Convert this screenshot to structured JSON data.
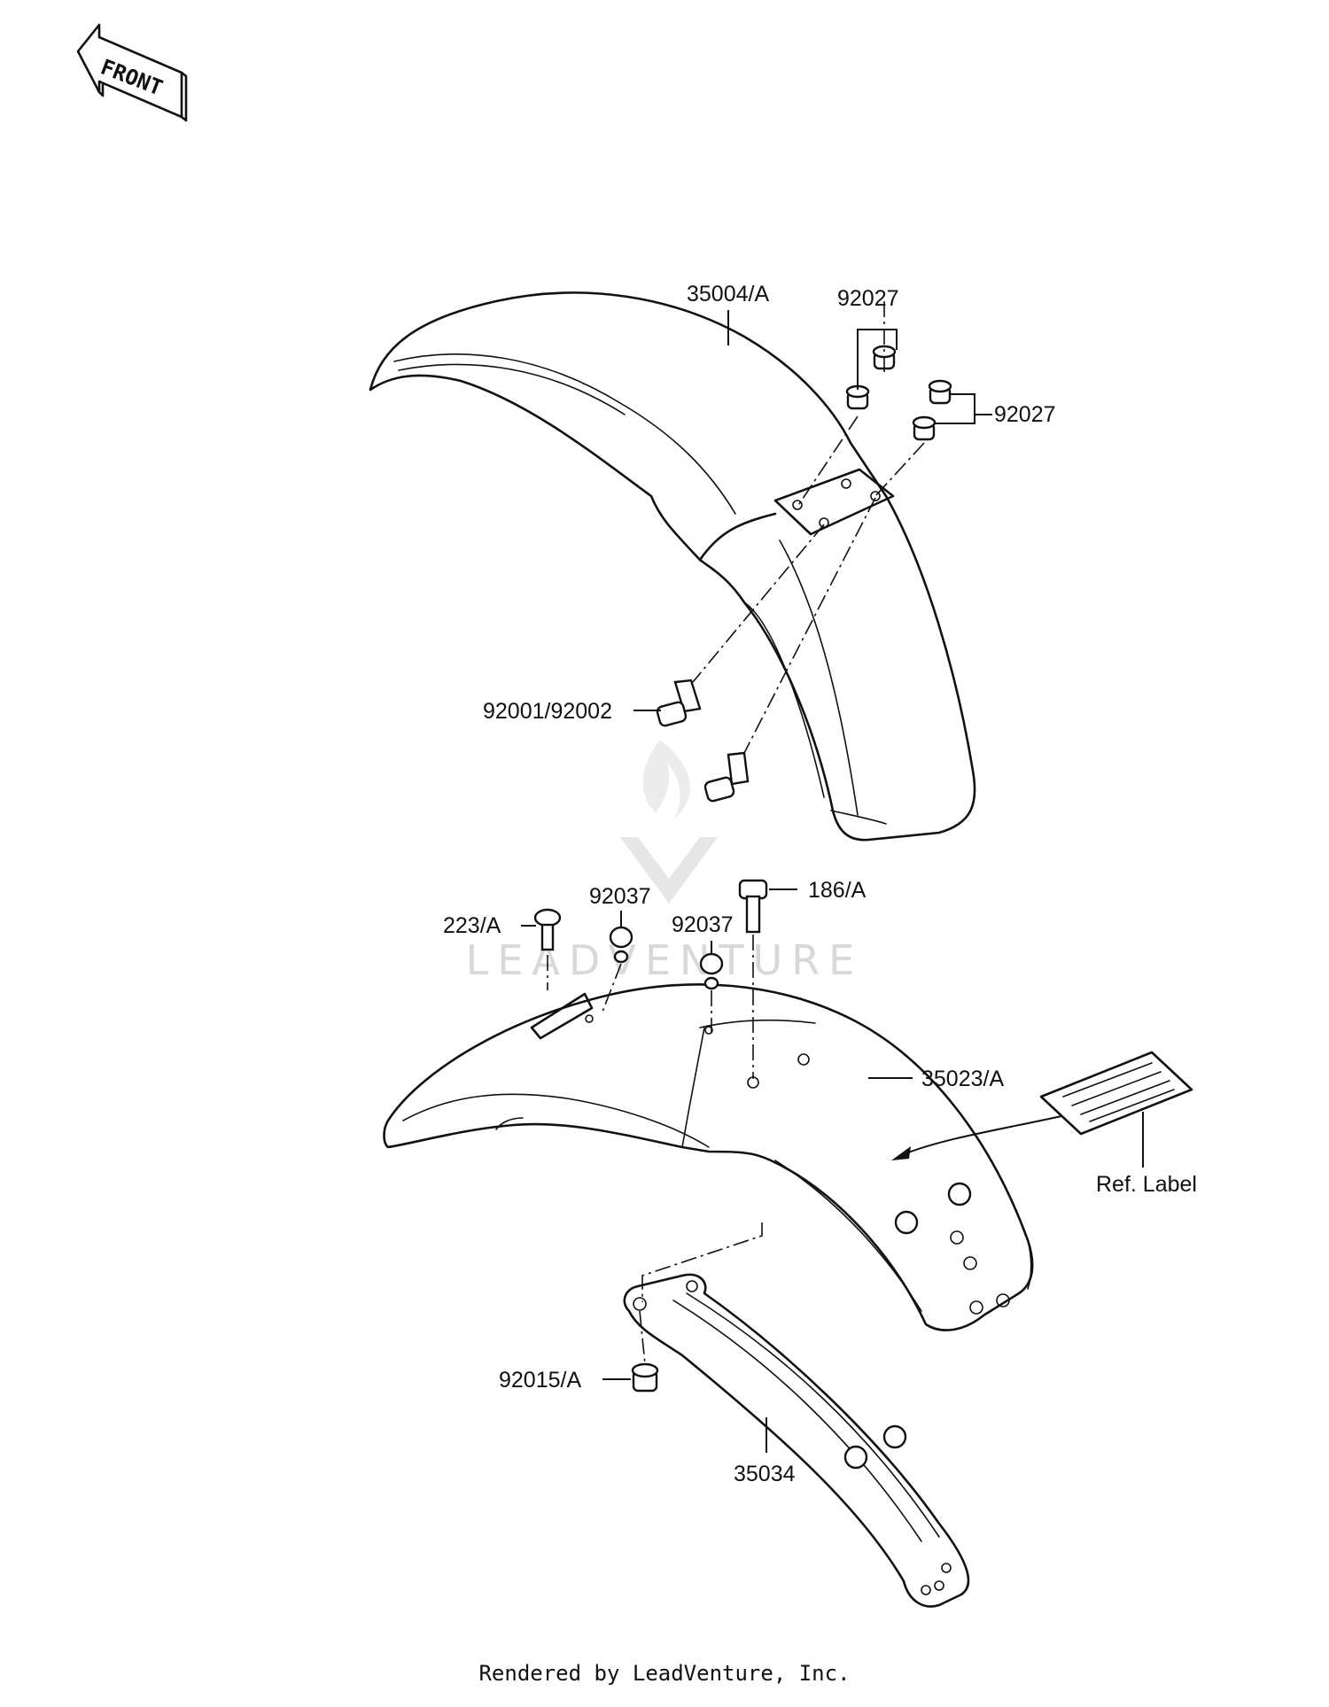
{
  "front_indicator": {
    "label": "FRONT"
  },
  "watermark": {
    "text": "LEADVENTURE"
  },
  "labels": {
    "front_fender": "35004/A",
    "nut_top": "92027",
    "nut_right": "92027",
    "bolt_front_fender": "92001/92002",
    "grommet_left": "92037",
    "grommet_right": "92037",
    "screw": "223/A",
    "bolt_rear": "186/A",
    "rear_fender": "35023/A",
    "ref_label": "Ref. Label",
    "nut_bracket": "92015/A",
    "bracket": "35034"
  },
  "footer": {
    "text": "Rendered by LeadVenture, Inc."
  }
}
